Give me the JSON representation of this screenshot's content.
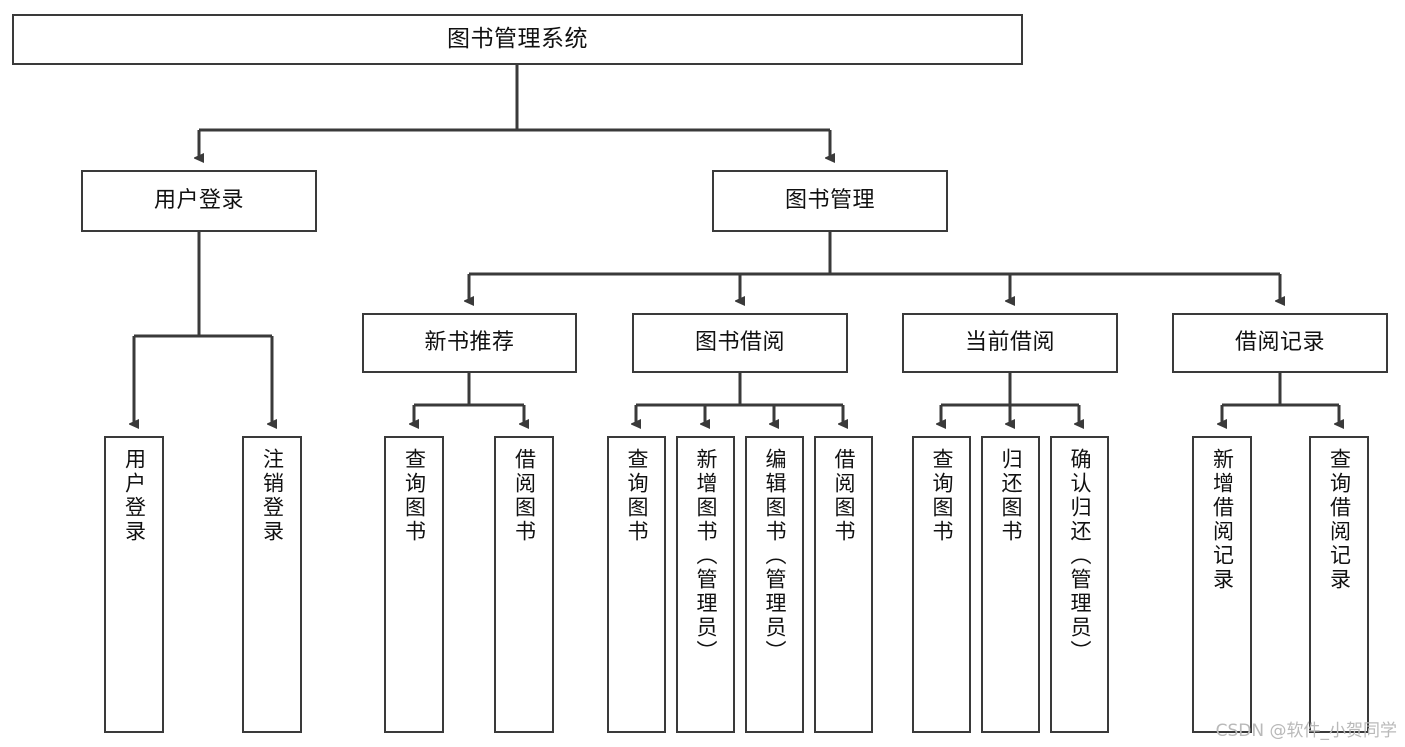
{
  "diagram": {
    "type": "tree-hierarchy-chart",
    "title": "图书管理系统",
    "stroke_color": "#3a3a3a",
    "fill_color": "#ffffff",
    "text_color": "#111111",
    "root": {
      "id": "root",
      "label": "图书管理系统",
      "orientation": "horizontal"
    },
    "level2": [
      {
        "id": "user-login",
        "label": "用户登录",
        "orientation": "horizontal"
      },
      {
        "id": "book-manage",
        "label": "图书管理",
        "orientation": "horizontal"
      }
    ],
    "level3": [
      {
        "id": "new-book-rec",
        "label": "新书推荐",
        "orientation": "horizontal",
        "parent": "book-manage"
      },
      {
        "id": "book-borrow",
        "label": "图书借阅",
        "orientation": "horizontal",
        "parent": "book-manage"
      },
      {
        "id": "current-borrow",
        "label": "当前借阅",
        "orientation": "horizontal",
        "parent": "book-manage"
      },
      {
        "id": "borrow-record",
        "label": "借阅记录",
        "orientation": "horizontal",
        "parent": "book-manage"
      }
    ],
    "leaves": [
      {
        "id": "leaf-user-login",
        "label": "用户登录",
        "parent": "user-login"
      },
      {
        "id": "leaf-user-logout",
        "label": "注销登录",
        "parent": "user-login"
      },
      {
        "id": "leaf-rec-query",
        "label": "查询图书",
        "parent": "new-book-rec"
      },
      {
        "id": "leaf-rec-borrow",
        "label": "借阅图书",
        "parent": "new-book-rec"
      },
      {
        "id": "leaf-borrow-query",
        "label": "查询图书",
        "parent": "book-borrow"
      },
      {
        "id": "leaf-borrow-add",
        "label": "新增图书（管理员）",
        "parent": "book-borrow"
      },
      {
        "id": "leaf-borrow-edit",
        "label": "编辑图书（管理员）",
        "parent": "book-borrow"
      },
      {
        "id": "leaf-borrow-do",
        "label": "借阅图书",
        "parent": "book-borrow"
      },
      {
        "id": "leaf-cur-query",
        "label": "查询图书",
        "parent": "current-borrow"
      },
      {
        "id": "leaf-cur-return",
        "label": "归还图书",
        "parent": "current-borrow"
      },
      {
        "id": "leaf-cur-confirm",
        "label": "确认归还（管理员）",
        "parent": "current-borrow"
      },
      {
        "id": "leaf-rec-add",
        "label": "新增借阅记录",
        "parent": "borrow-record"
      },
      {
        "id": "leaf-rec-query2",
        "label": "查询借阅记录",
        "parent": "borrow-record"
      }
    ]
  },
  "watermark": {
    "text": "CSDN @软件_小贺同学"
  }
}
